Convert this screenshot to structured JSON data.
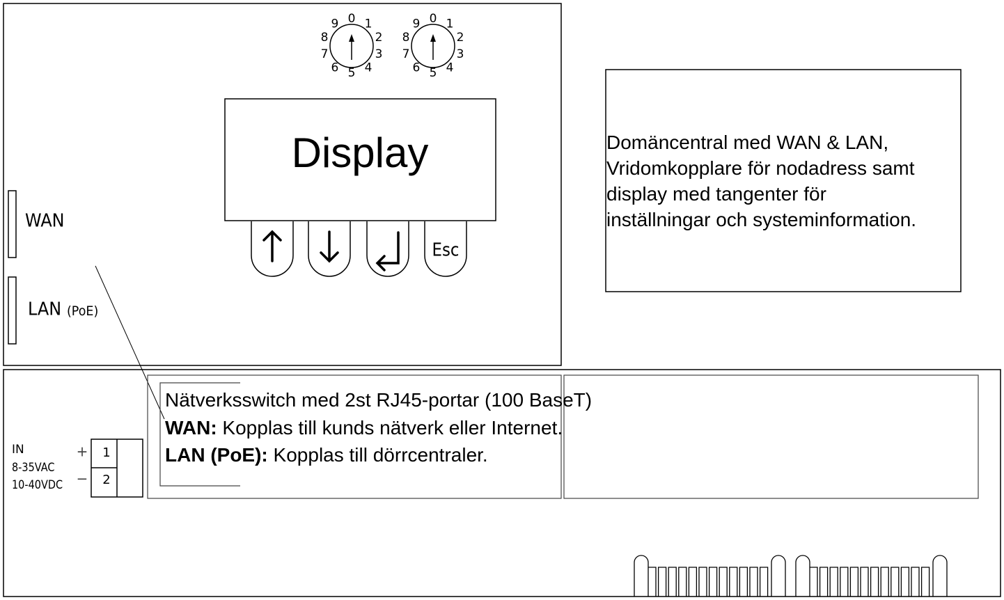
{
  "dials": {
    "numbers": [
      "0",
      "1",
      "2",
      "3",
      "4",
      "5",
      "6",
      "7",
      "8",
      "9"
    ]
  },
  "display": {
    "label": "Display"
  },
  "keys": [
    {
      "symbol": "↑",
      "icon": "arrow-up-icon"
    },
    {
      "symbol": "↓",
      "icon": "arrow-down-icon"
    },
    {
      "symbol": "↵",
      "icon": "enter-icon"
    },
    {
      "symbol": "Esc",
      "icon": "esc-key"
    }
  ],
  "ports": {
    "wan_label": "WAN",
    "lan_label": "LAN",
    "lan_sub": "(PoE)"
  },
  "power": {
    "in_label": "IN",
    "ac_label": "8-35VAC",
    "dc_label": "10-40VDC",
    "plus": "+",
    "minus": "−",
    "terminal_1": "1",
    "terminal_2": "2"
  },
  "descriptions": {
    "domain": [
      "Domäncentral med WAN & LAN,",
      "Vridomkopplare för nodadress samt",
      "display med tangenter för",
      "inställningar och systeminformation."
    ],
    "switch_line1": "Nätverksswitch med 2st RJ45-portar (100 BaseT)",
    "switch_wan_key": "WAN:",
    "switch_wan_text": " Kopplas till kunds nätverk eller Internet.",
    "switch_lan_key": "LAN (PoE):",
    "switch_lan_text": " Kopplas till dörrcentraler."
  }
}
